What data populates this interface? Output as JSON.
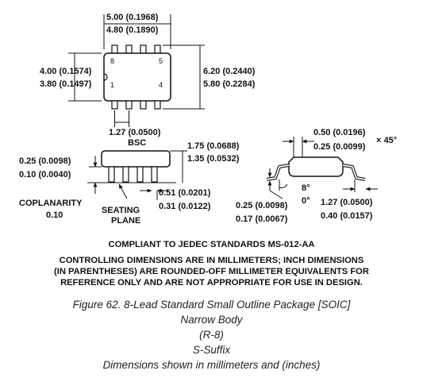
{
  "top_view": {
    "length_max": "5.00 (0.1968)",
    "length_min": "4.80 (0.1890)",
    "width_max": "4.00 (0.1574)",
    "width_min": "3.80 (0.1497)",
    "overall_max": "6.20 (0.2440)",
    "overall_min": "5.80 (0.2284)",
    "pin_8": "8",
    "pin_5": "5",
    "pin_1": "1",
    "pin_4": "4",
    "pitch": "1.27 (0.0500)",
    "pitch_suffix": "BSC"
  },
  "side_view": {
    "standoff_max": "0.25 (0.0098)",
    "standoff_min": "0.10 (0.0040)",
    "height_max": "1.75 (0.0688)",
    "height_min": "1.35 (0.0532)",
    "coplanarity_label": "COPLANARITY",
    "coplanarity_value": "0.10",
    "seating_plane_line1": "SEATING",
    "seating_plane_line2": "PLANE",
    "lead_width_max": "0.51 (0.0201)",
    "lead_width_min": "0.31 (0.0122)"
  },
  "end_view": {
    "chamfer_max": "0.50 (0.0196)",
    "chamfer_min": "0.25 (0.0099)",
    "chamfer_angle": "× 45°",
    "angle_max": "8°",
    "angle_min": "0°",
    "lead_thickness_max": "0.25 (0.0098)",
    "lead_thickness_min": "0.17 (0.0067)",
    "foot_length_max": "1.27 (0.0500)",
    "foot_length_min": "0.40 (0.0157)"
  },
  "notes": {
    "jedec": "COMPLIANT TO JEDEC STANDARDS MS-012-AA",
    "controlling_line1": "CONTROLLING DIMENSIONS ARE IN MILLIMETERS; INCH DIMENSIONS",
    "controlling_line2": "(IN PARENTHESES) ARE ROUNDED-OFF MILLIMETER EQUIVALENTS FOR",
    "controlling_line3": "REFERENCE ONLY AND ARE NOT APPROPRIATE FOR USE IN DESIGN."
  },
  "caption": {
    "line1": "Figure 62. 8-Lead Standard Small Outline Package [SOIC]",
    "line2": "Narrow Body",
    "line3": "(R-8)",
    "line4": "S-Suffix",
    "line5": "Dimensions shown in millimeters and (inches)"
  }
}
